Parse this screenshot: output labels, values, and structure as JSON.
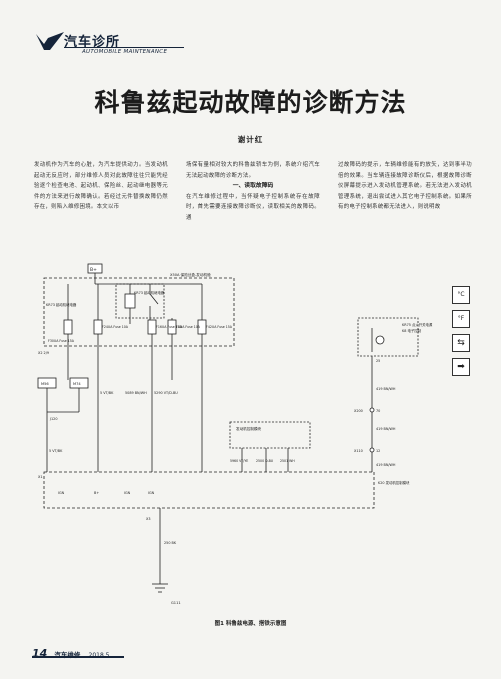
{
  "header": {
    "section_title": "汽车诊所",
    "section_subtitle": "AUTOMOBILE MAINTENANCE"
  },
  "article": {
    "title": "科鲁兹起动故障的诊断方法",
    "author": "谢计红",
    "col1": "发动机作为汽车的心脏，为汽车提供动力。当发动机起动无反应时，部分维修人员对此故障往往只能凭经验逐个检查电池、起动机、保险丝、起动继电器等元件的方法来进行故障确认。若经过元件替换故障仍然存在，则陷入维修困境。本文以币",
    "col2_top": "场保有量相对较大的科鲁兹轿车为例，系统介绍汽车无法起动故障的诊断方法。",
    "col2_heading": "一、读取故障码",
    "col2_bottom": "在汽车维修过程中，当怀疑电子控制系统存在故障时，首先需要连接故障诊断仪，读取相关的故障码。通",
    "col3": "过故障码的提示，车辆维修能有的放矢，达到事半功倍的效果。当车辆连接故障诊断仪后，根据故障诊断仪屏幕提示进入发动机管理系统。若无法进入发动机管理系统，退出尝试进入其它电子控制系统。如果所有的电子控制系统都无法进入，则说明故"
  },
  "diagram": {
    "battery": "B+",
    "relay_label": "KR73 起动机继电器",
    "x50a": "X50A 保险丝盒-发动机舱",
    "kr73b": "KR73 起动机继电器",
    "switch_label": "KR75 点火开关电源",
    "f_labels": [
      "F30UA Fuse 15A",
      "F24UA Fuse 10A",
      "F16UA Fuse 15A",
      "F4UA Fuse 10A",
      "F42UA Fuse 15A"
    ],
    "wires_mid": [
      "5 VT/BK",
      "5089 BN/WH",
      "5290 VT/D-BU",
      "5 VT/BK"
    ],
    "x1": "X1",
    "x2": "X2 2/9",
    "m_labels": [
      "M56",
      "M74"
    ],
    "j120": "J120",
    "ecm": "发动机控制模块",
    "ecm_pins": [
      "5960 VT/YE",
      "2500 D-BU",
      "2501 WH"
    ],
    "bottom_pins": [
      "IGN",
      "B+",
      "IGN",
      "IGN"
    ],
    "k20": "K20 发动机控制模块",
    "x3": "X3",
    "g111": "G111",
    "gnd_wire": "250 BK",
    "right_module": "K8 电子控制",
    "right_wires": [
      "419 BN/WH",
      "419 BN/WH",
      "419 BN/WH"
    ],
    "x_labels": [
      "X200",
      "X110"
    ],
    "pins_right": [
      "70",
      "12",
      "25"
    ]
  },
  "figure_caption": "图1  科鲁兹电源、搭铁示意图",
  "footer": {
    "page_number": "14",
    "journal": "汽车维修",
    "date": "2018.5"
  },
  "side_icons": [
    "thermometer-icon",
    "gear-sign-icon",
    "car-tools-icon",
    "arrow-right-icon"
  ]
}
